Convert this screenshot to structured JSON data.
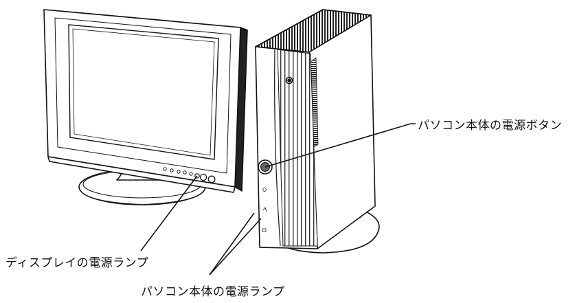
{
  "labels": {
    "pc_power_button": "パソコン本体の電源ボタン",
    "display_power_lamp": "ディスプレイの電源ランプ",
    "pc_power_lamp": "パソコン本体の電源ランプ"
  }
}
